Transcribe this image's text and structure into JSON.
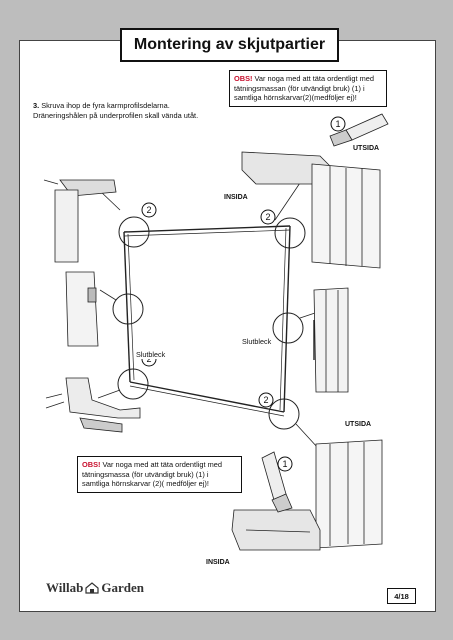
{
  "title": "Montering av skjutpartier",
  "step3": {
    "number": "3.",
    "text": "Skruva ihop de fyra karmprofilsdelarna. Dräneringshålen på underprofilen skall vända utåt."
  },
  "note_top": {
    "obs": "OBS!",
    "text": "Var noga med att täta ordentligt med tätningsmassan (för utvändigt bruk) (1) i samtliga hörnskarvar(2)(medföljer ej)!"
  },
  "note_bottom": {
    "obs": "OBS!",
    "text": "Var noga med att täta ordentligt med tätningsmassa (för utvändigt bruk) (1) i samtliga hörnskarvar (2)( medföljer ej)!"
  },
  "labels": {
    "utsida_top": "UTSIDA",
    "insida_top": "INSIDA",
    "utsida_bottom": "UTSIDA",
    "insida_bottom": "INSIDA",
    "slutbleck_left": "Slutbleck",
    "slutbleck_right": "Slutbleck"
  },
  "callouts": {
    "sealant": "1",
    "corner": "2"
  },
  "logo": {
    "left": "Willab",
    "right": "Garden"
  },
  "page_number": "4/18"
}
